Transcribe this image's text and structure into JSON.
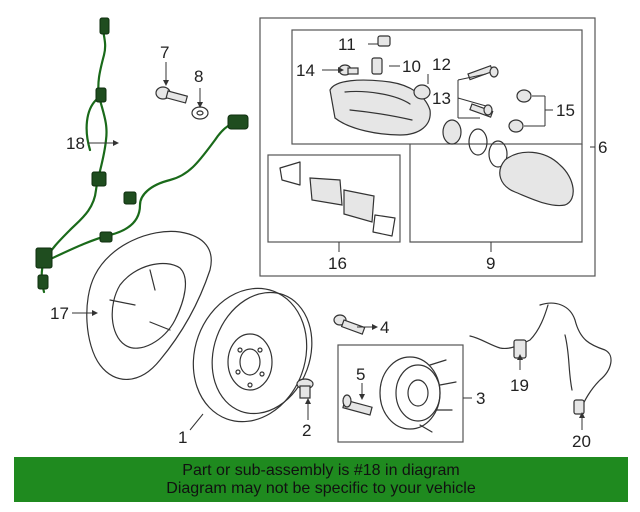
{
  "callouts": {
    "c1": "1",
    "c2": "2",
    "c3": "3",
    "c4": "4",
    "c5": "5",
    "c6": "6",
    "c7": "7",
    "c8": "8",
    "c9": "9",
    "c10": "10",
    "c11": "11",
    "c12": "12",
    "c13": "13",
    "c14": "14",
    "c15": "15",
    "c16": "16",
    "c17": "17",
    "c18": "18",
    "c19": "19",
    "c20": "20"
  },
  "banner": {
    "line1": "Part or sub-assembly is #18 in diagram",
    "line2": "Diagram may not be specific to your vehicle"
  },
  "colors": {
    "highlight": "#1a6a1a",
    "banner_bg": "#1f8a1f"
  }
}
